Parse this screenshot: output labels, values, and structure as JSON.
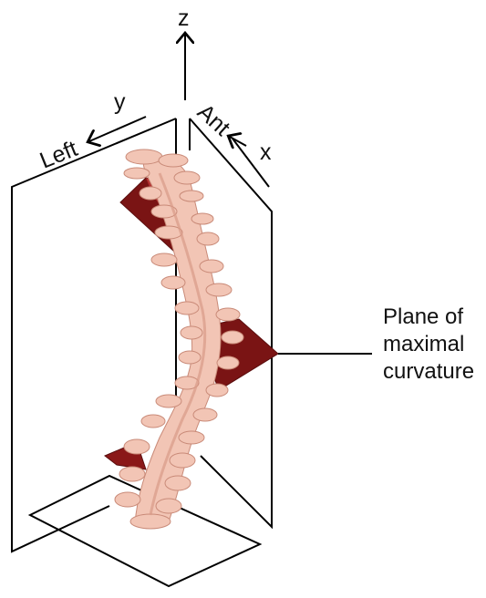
{
  "axes": {
    "z": "z",
    "y": "y",
    "x": "x",
    "left": "Left",
    "ant": "Ant"
  },
  "annotation": {
    "lines": [
      "Plane of",
      "maximal",
      "curvature"
    ]
  },
  "colors": {
    "plane": "#7a1414",
    "plane_light": "#b32a2a",
    "bone": "#f2c5b5",
    "bone_shade": "#d89a88",
    "outline": "#000000"
  }
}
